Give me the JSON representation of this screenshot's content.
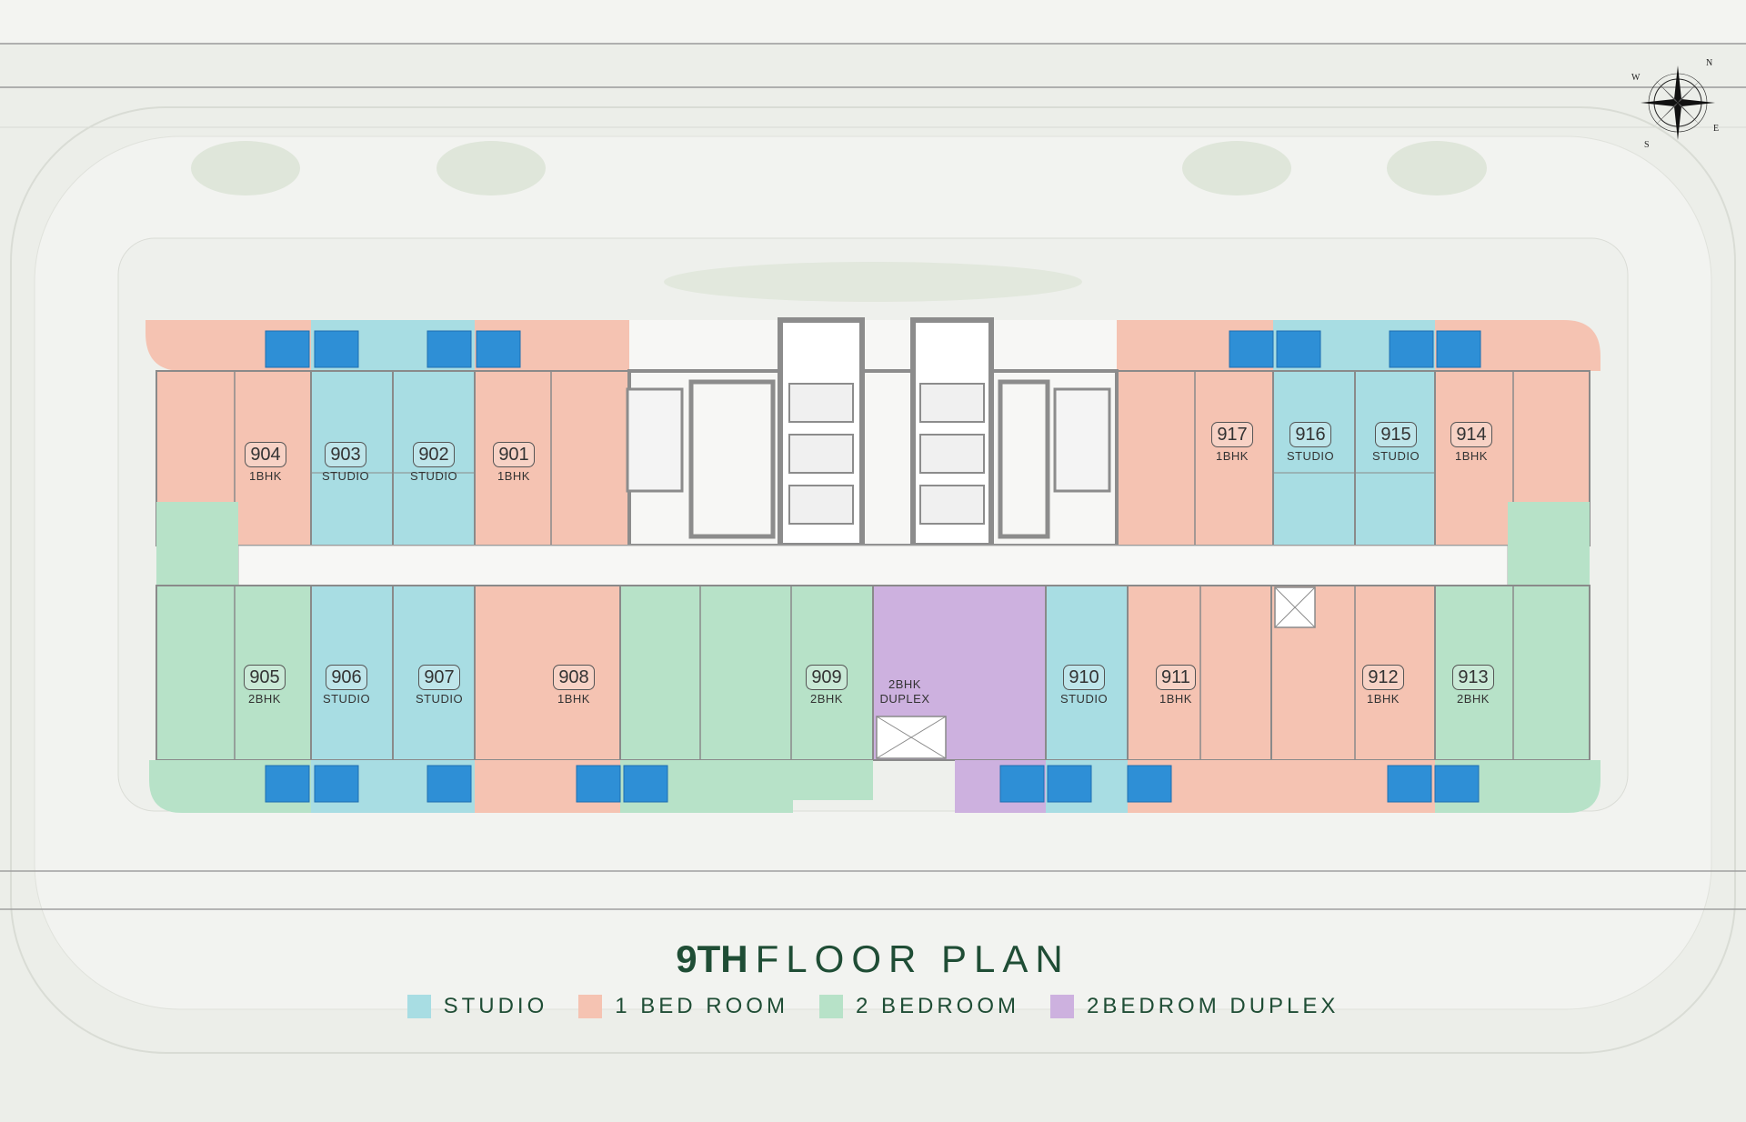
{
  "title": {
    "bold": "9TH",
    "light": "FLOOR PLAN"
  },
  "colors": {
    "studio": "#a8dde3",
    "one_bed": "#f5c3b2",
    "two_bed": "#b7e2c8",
    "duplex": "#cdb1df",
    "balcony_fill": "#2e8fd6",
    "core": "#8c8c8c",
    "corridor": "#f7f7f5"
  },
  "legend": [
    {
      "label": "STUDIO",
      "color": "#a8dde3"
    },
    {
      "label": "1 BED ROOM",
      "color": "#f5c3b2"
    },
    {
      "label": "2 BEDROOM",
      "color": "#b7e2c8"
    },
    {
      "label": "2BEDROM DUPLEX",
      "color": "#cdb1df"
    }
  ],
  "units": [
    {
      "number": "904",
      "type": "1BHK"
    },
    {
      "number": "903",
      "type": "STUDIO"
    },
    {
      "number": "902",
      "type": "STUDIO"
    },
    {
      "number": "901",
      "type": "1BHK"
    },
    {
      "number": "917",
      "type": "1BHK"
    },
    {
      "number": "916",
      "type": "STUDIO"
    },
    {
      "number": "915",
      "type": "STUDIO"
    },
    {
      "number": "914",
      "type": "1BHK"
    },
    {
      "number": "905",
      "type": "2BHK"
    },
    {
      "number": "906",
      "type": "STUDIO"
    },
    {
      "number": "907",
      "type": "STUDIO"
    },
    {
      "number": "908",
      "type": "1BHK"
    },
    {
      "number": "909",
      "type": "2BHK"
    },
    {
      "number": "",
      "type": "2BHK DUPLEX"
    },
    {
      "number": "910",
      "type": "STUDIO"
    },
    {
      "number": "911",
      "type": "1BHK"
    },
    {
      "number": "912",
      "type": "1BHK"
    },
    {
      "number": "913",
      "type": "2BHK"
    }
  ],
  "compass": {
    "north": "N",
    "east": "E",
    "south": "S",
    "west": "W"
  }
}
